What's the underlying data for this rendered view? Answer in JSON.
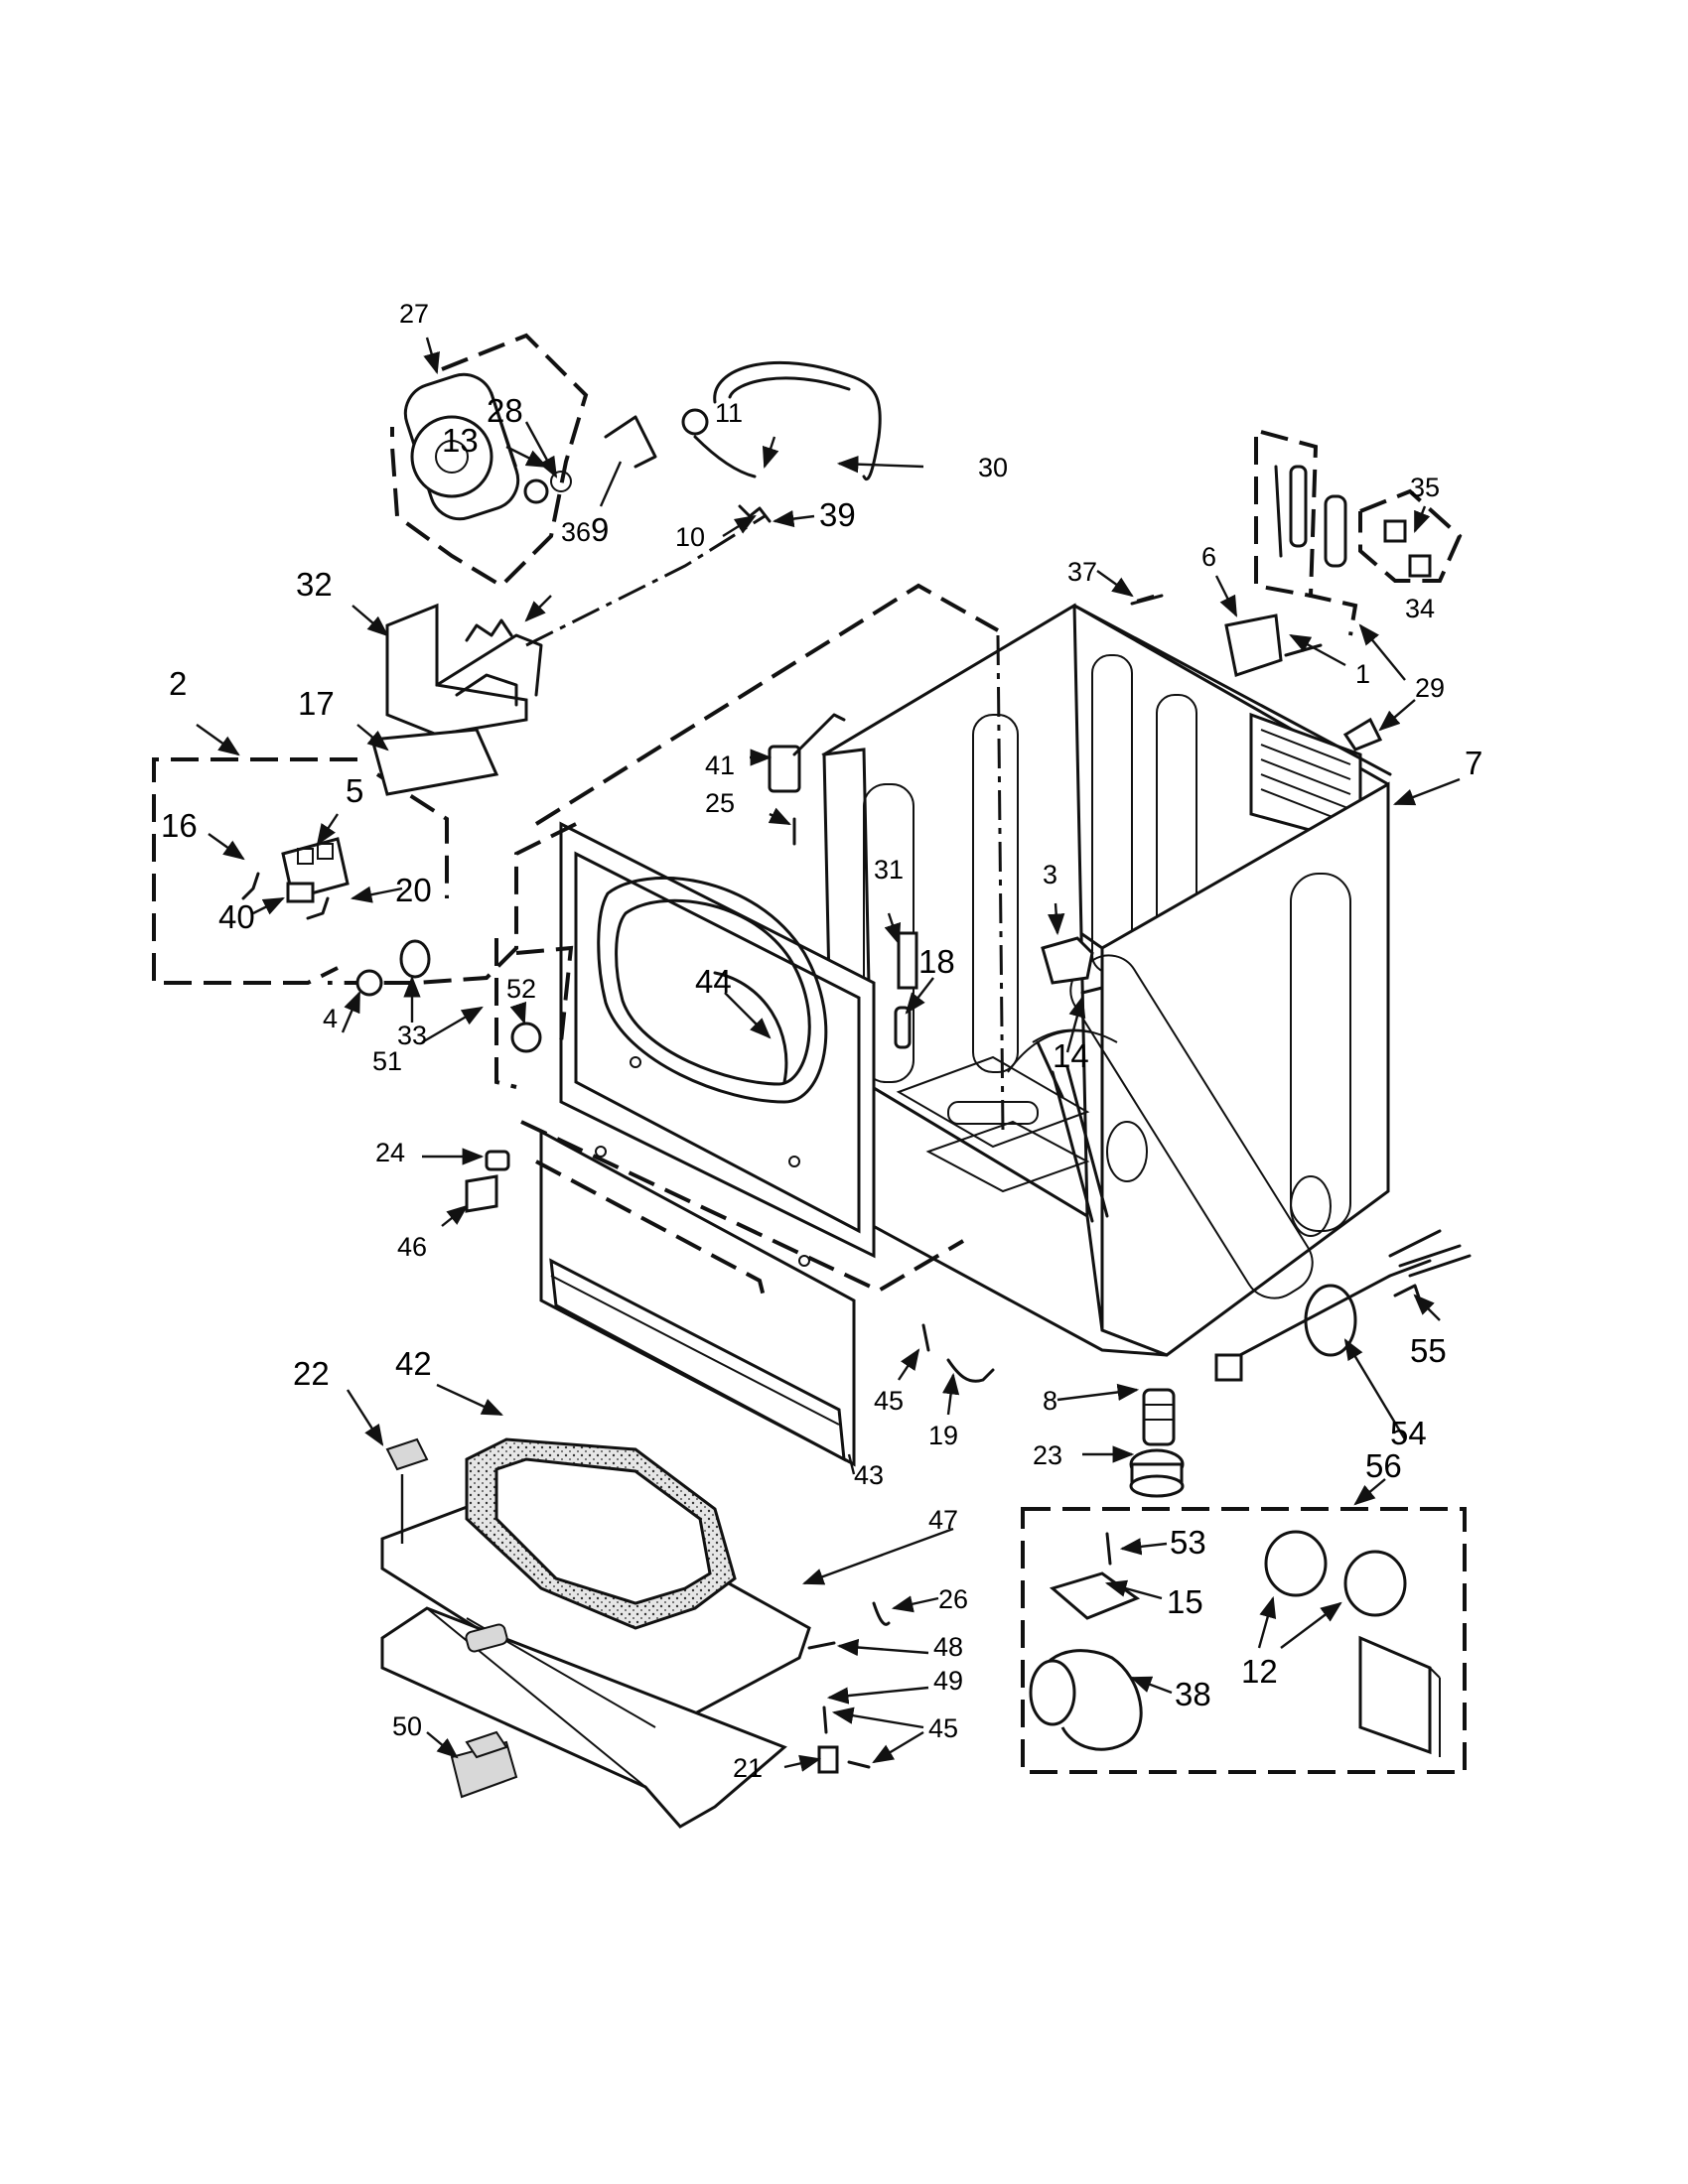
{
  "callouts": {
    "c1": "1",
    "c2": "2",
    "c3": "3",
    "c4": "4",
    "c5": "5",
    "c6": "6",
    "c7": "7",
    "c8": "8",
    "c9": "9",
    "c10": "10",
    "c11": "11",
    "c12": "12",
    "c13": "13",
    "c14": "14",
    "c15": "15",
    "c16": "16",
    "c17": "17",
    "c18": "18",
    "c19": "19",
    "c20": "20",
    "c21": "21",
    "c22": "22",
    "c23": "23",
    "c24": "24",
    "c25": "25",
    "c26": "26",
    "c27": "27",
    "c28": "28",
    "c29": "29",
    "c30": "30",
    "c31": "31",
    "c32": "32",
    "c33": "33",
    "c34": "34",
    "c35": "35",
    "c36": "36",
    "c37": "37",
    "c38": "38",
    "c39": "39",
    "c40": "40",
    "c41": "41",
    "c42": "42",
    "c43": "43",
    "c44": "44",
    "c45a": "45",
    "c45b": "45",
    "c46": "46",
    "c47": "47",
    "c48": "48",
    "c49": "49",
    "c50": "50",
    "c51": "51",
    "c52": "52",
    "c53": "53",
    "c54": "54",
    "c55": "55",
    "c56": "56"
  }
}
